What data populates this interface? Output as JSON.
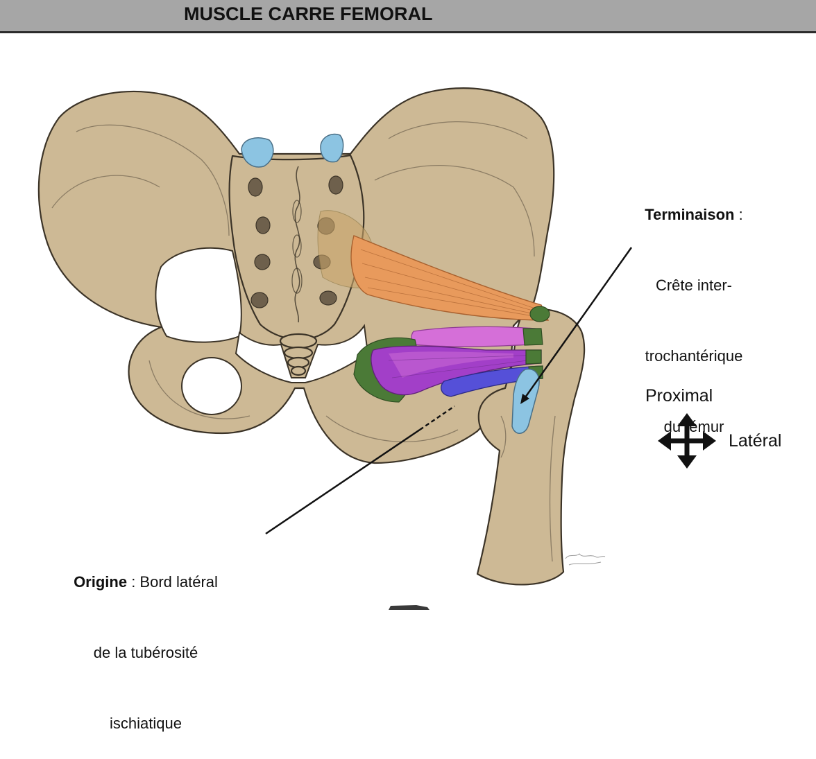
{
  "header": {
    "title": "MUSCLE CARRE FEMORAL"
  },
  "terminaison": {
    "term": "Terminaison",
    "separator": " :",
    "lines": [
      "Crête inter-",
      "trochantérique",
      "du fémur"
    ]
  },
  "origine": {
    "term": "Origine",
    "separator": " : Bord latéral",
    "lines": [
      "de la tubérosité",
      "ischiatique"
    ]
  },
  "orientation": {
    "proximal": "Proximal",
    "lateral": "Latéral"
  },
  "colors": {
    "header_background": "#a6a6a6",
    "bone": "#cdb995",
    "bone_outline": "#3b3327",
    "foramen": "#6e604c",
    "piriformis_orange": "#e89a5c",
    "muscle_pink": "#d56fd8",
    "muscle_purple": "#a23fc8",
    "muscle_blue": "#5550d8",
    "insertion_green": "#4b7a37",
    "insertion_light_blue": "#8cc4e2"
  }
}
